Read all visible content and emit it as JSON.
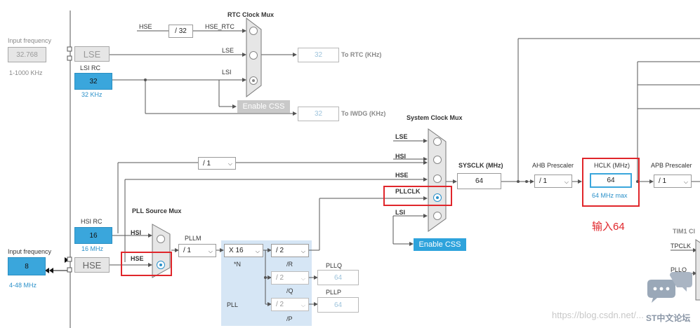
{
  "rtc_mux": {
    "title": "RTC Clock Mux",
    "hse_label": "HSE",
    "div32": "/ 32",
    "hse_rtc": "HSE_RTC",
    "lse": "LSE",
    "lsi": "LSI"
  },
  "input_freq_top": {
    "label": "Input frequency",
    "value": "32.768",
    "range": "1-1000 KHz"
  },
  "lse_box": "LSE",
  "lsi_rc": {
    "label": "LSI RC",
    "value": "32",
    "sub": "32 KHz"
  },
  "to_rtc": {
    "value": "32",
    "label": "To RTC (KHz)"
  },
  "to_iwdg": {
    "value": "32",
    "label": "To IWDG (KHz)"
  },
  "enable_css_top": "Enable CSS",
  "sys_mux": {
    "title": "System Clock Mux",
    "lse": "LSE",
    "hsi": "HSI",
    "hse": "HSE",
    "pllclk": "PLLCLK",
    "lsi": "LSI"
  },
  "div_hsi": "/ 1",
  "sysclk": {
    "label": "SYSCLK (MHz)",
    "value": "64"
  },
  "ahb": {
    "label": "AHB Prescaler",
    "value": "/ 1"
  },
  "hclk": {
    "label": "HCLK (MHz)",
    "value": "64",
    "max": "64 MHz max"
  },
  "apb": {
    "label": "APB Prescaler",
    "value": "/ 1"
  },
  "annotation": "输入64",
  "enable_css_bottom": "Enable CSS",
  "hsi_rc": {
    "label": "HSI RC",
    "value": "16",
    "sub": "16 MHz"
  },
  "pll_source_mux": {
    "title": "PLL Source Mux",
    "hsi": "HSI",
    "hse": "HSE"
  },
  "input_freq_bottom": {
    "label": "Input frequency",
    "value": "8",
    "range": "4-48 MHz"
  },
  "hse_box": "HSE",
  "pllm": {
    "label": "PLLM",
    "value": "/ 1"
  },
  "pll": {
    "label": "PLL",
    "n_value": "X 16",
    "n_label": "*N",
    "r_value": "/ 2",
    "r_label": "/R",
    "q_value": "/ 2",
    "q_label": "/Q",
    "p_value": "/ 2",
    "p_label": "/P"
  },
  "pllq": {
    "label": "PLLQ",
    "value": "64"
  },
  "pllp": {
    "label": "PLLP",
    "value": "64"
  },
  "tim1": {
    "title": "TIM1 Cl",
    "tpclk": "TPCLK",
    "pllq": "PLLQ"
  },
  "watermark": "https://blog.csdn.net/...",
  "st_logo": "ST中文论坛",
  "colors": {
    "line": "#555555",
    "blue": "#3aa6dc",
    "red": "#e0262b",
    "pll_panel": "#dce9f5"
  }
}
